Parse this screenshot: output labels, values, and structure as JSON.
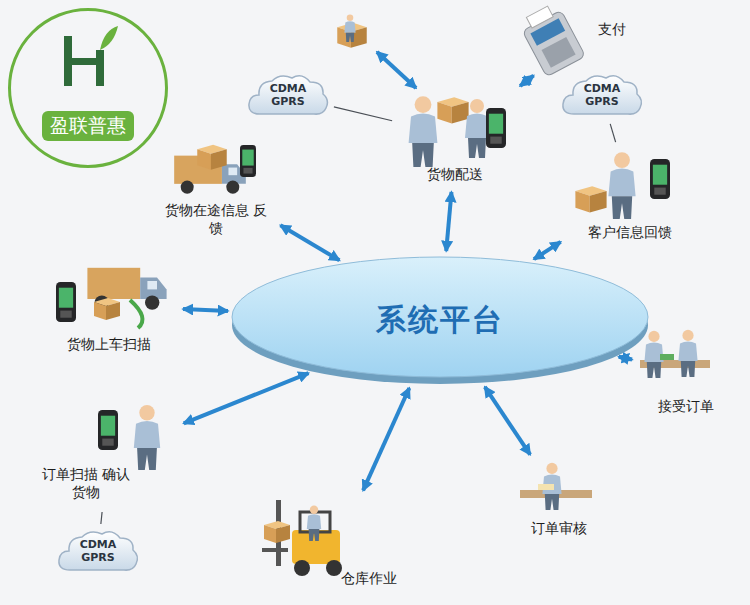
{
  "diagram": {
    "nodes": [
      {
        "text": [
          "盈联普惠"
        ]
      },
      {
        "text": [
          "支付"
        ]
      },
      {
        "text": [
          "CDMA GPRS"
        ]
      },
      {
        "text": [
          "货物配送"
        ]
      },
      {
        "text": [
          "CDMA GPRS"
        ]
      },
      {
        "text": [
          "货物在途信息 反馈"
        ]
      },
      {
        "text": [
          "客户信息回馈"
        ]
      },
      {
        "text": [
          "系统平台"
        ]
      },
      {
        "text": [
          "货物上车扫描"
        ]
      },
      {
        "text": [
          "接受订单"
        ]
      },
      {
        "text": [
          "订单扫描 确认货物"
        ]
      },
      {
        "text": [
          "CDMA GPRS"
        ]
      },
      {
        "text": [
          "订单审核"
        ]
      },
      {
        "text": [
          "仓库作业"
        ]
      }
    ],
    "edges": [
      {
        "from": 3,
        "to": 1,
        "arrow": "both"
      },
      {
        "from": 2,
        "to": 3,
        "arrow": "none"
      },
      {
        "from": 4,
        "to": 6,
        "arrow": "none"
      },
      {
        "from": 11,
        "to": 10,
        "arrow": "none"
      },
      {
        "from": 7,
        "to": 5,
        "arrow": "both"
      },
      {
        "from": 7,
        "to": 3,
        "arrow": "both"
      },
      {
        "from": 7,
        "to": 6,
        "arrow": "both"
      },
      {
        "from": 7,
        "to": 8,
        "arrow": "both"
      },
      {
        "from": 7,
        "to": 9,
        "arrow": "both"
      },
      {
        "from": 7,
        "to": 10,
        "arrow": "both"
      },
      {
        "from": 7,
        "to": 12,
        "arrow": "both"
      },
      {
        "from": 7,
        "to": 13,
        "arrow": "both"
      }
    ]
  }
}
